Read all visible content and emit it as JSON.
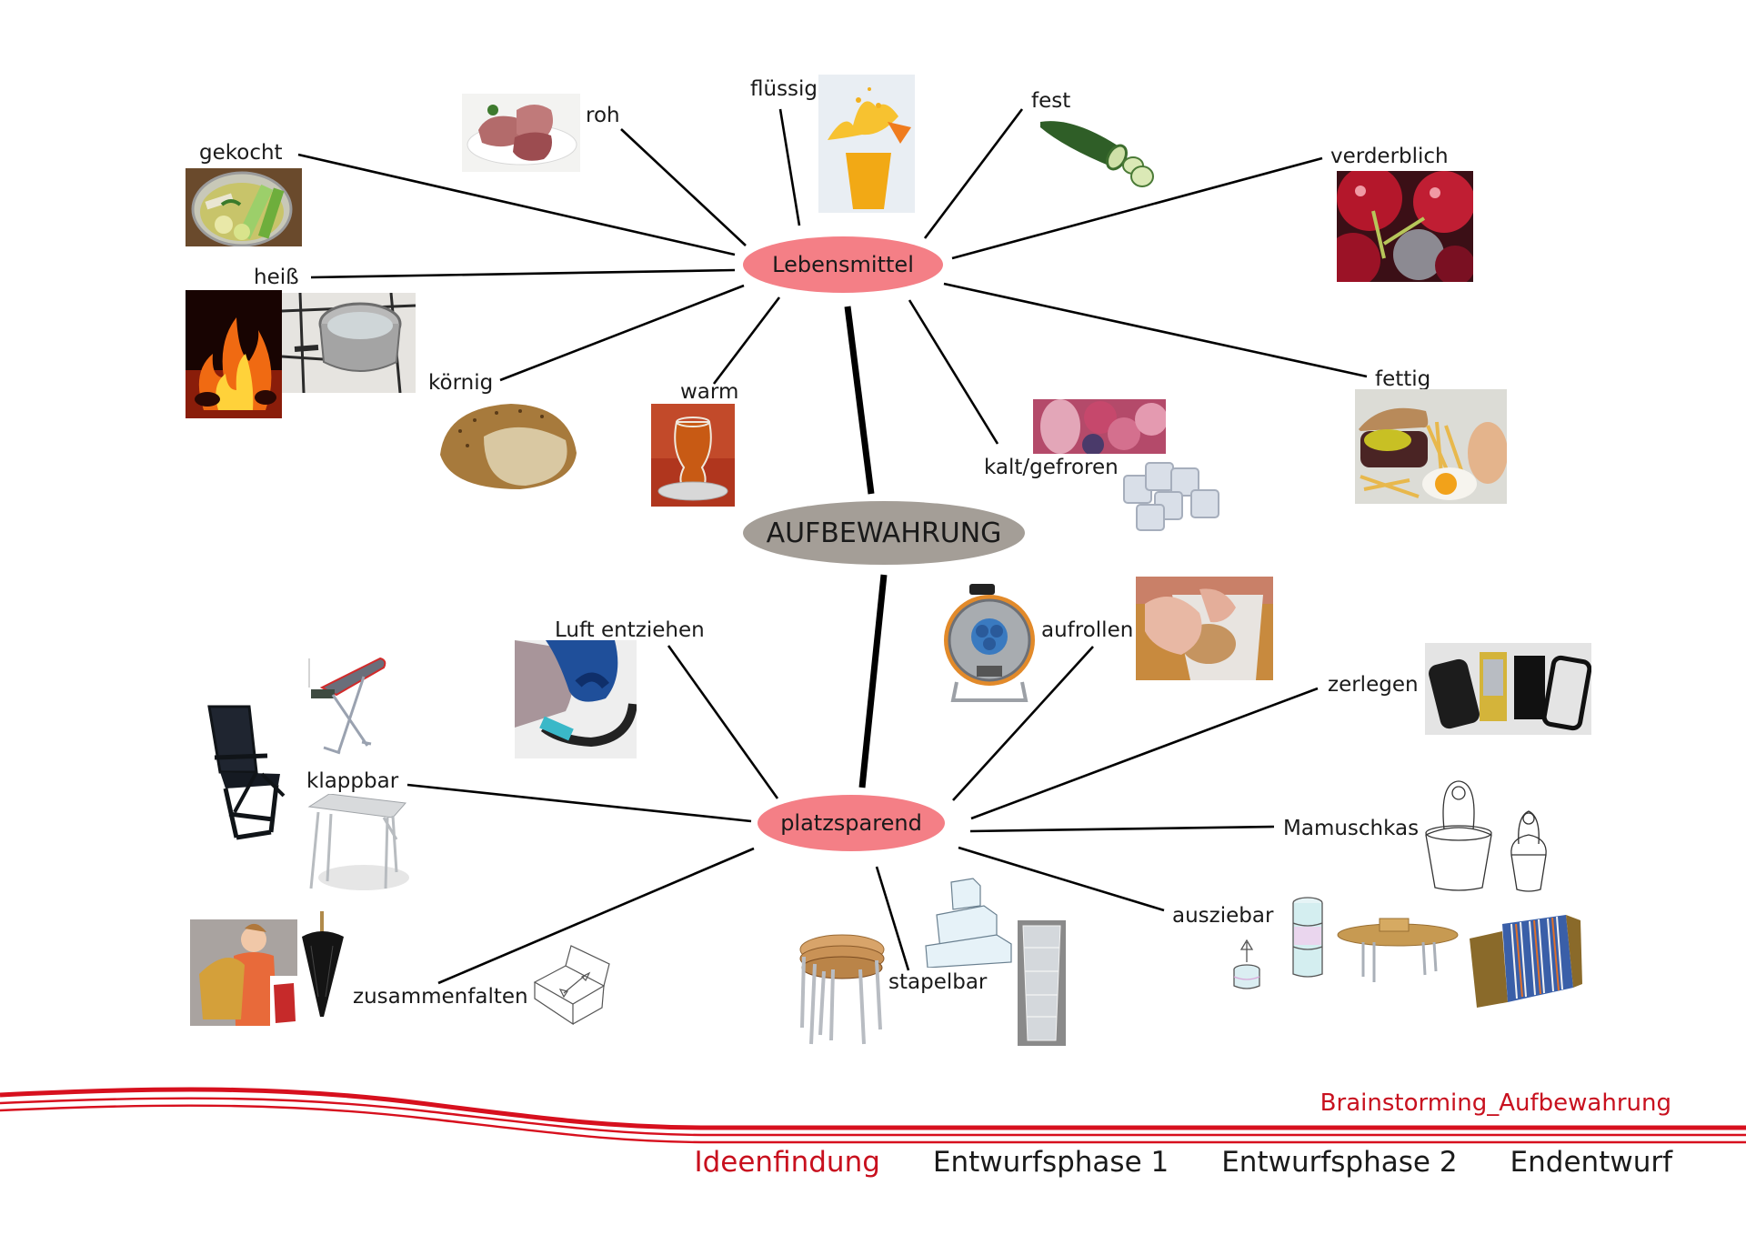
{
  "diagram": {
    "center": "AUFBEWAHRUNG",
    "branches": [
      {
        "name": "Lebensmittel",
        "children": [
          "gekocht",
          "roh",
          "flüssig",
          "fest",
          "verderblich",
          "heiß",
          "körnig",
          "warm",
          "kalt/gefroren",
          "fettig"
        ]
      },
      {
        "name": "platzsparend",
        "children": [
          "Luft entziehen",
          "aufrollen",
          "zerlegen",
          "klappbar",
          "Mamuschkas",
          "ausziebar",
          "zusammenfalten",
          "stapelbar"
        ]
      }
    ]
  },
  "images": {
    "gekocht": "cooking-pot-vegetables",
    "roh": "raw-meat-plate",
    "fluessig": "juice-splash-glass",
    "fest": "cucumber",
    "verderblich": "moldy-cherries",
    "heiss_fire": "fire",
    "heiss_pot": "pot-on-stove",
    "koernig": "grain-bread",
    "warm": "tea-glass",
    "kalt_berries": "frozen-berries",
    "kalt_ice": "ice-cubes",
    "fettig": "burger-fries-egg",
    "luft": "vacuum-bag",
    "aufrollen_reel": "cable-reel",
    "aufrollen_dough": "rolling-dough",
    "zerlegen": "disassembled-phone",
    "klappbar_chair": "folding-chair",
    "klappbar_board": "ironing-board",
    "klappbar_table": "folding-table",
    "mamuschka_1": "sketch-nested-doll",
    "mamuschka_2": "sketch-doll",
    "auszieh_sketch_small": "sketch-cylinder-arrow",
    "auszieh_sketch_tall": "sketch-cylinder-tall",
    "auszieh_table": "extending-table",
    "auszieh_accordion": "accordion",
    "falten_bag": "woman-foldable-bag",
    "falten_umbrella": "umbrella",
    "falten_sketch": "sketch-folding-box",
    "stapel_stools": "stacked-stools",
    "stapel_sketch": "sketch-stacked-boxes",
    "stapel_cups": "stacked-cups"
  },
  "footer": {
    "subtitle": "Brainstorming_Aufbewahrung",
    "phases": [
      {
        "label": "Ideenfindung",
        "active": true
      },
      {
        "label": "Entwurfsphase 1",
        "active": false
      },
      {
        "label": "Entwurfsphase 2",
        "active": false
      },
      {
        "label": "Endentwurf",
        "active": false
      }
    ]
  },
  "colors": {
    "branch_node": "#f47f86",
    "center_node": "#a49e97",
    "accent_red": "#c8101e"
  }
}
